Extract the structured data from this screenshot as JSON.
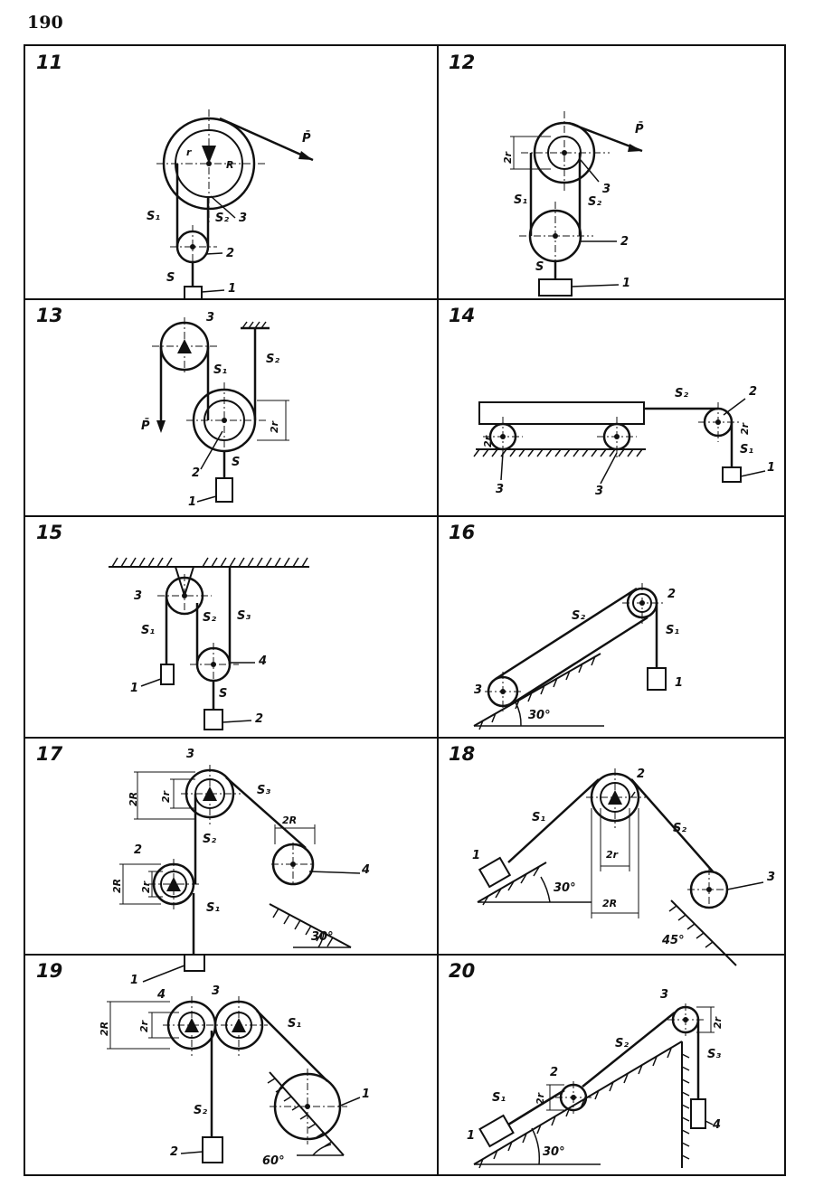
{
  "page_number": "190",
  "problems": [
    {
      "num": "11",
      "labels": {
        "s1": "S₁",
        "s2": "S₂",
        "s": "S",
        "n1": "1",
        "n2": "2",
        "n3": "3",
        "p": "P̄",
        "r": "r",
        "R": "R"
      }
    },
    {
      "num": "12",
      "labels": {
        "s1": "S₁",
        "s2": "S₂",
        "s": "S",
        "n1": "1",
        "n2": "2",
        "n3": "3",
        "p": "P̄",
        "dim": "2r"
      }
    },
    {
      "num": "13",
      "labels": {
        "s1": "S₁",
        "s2": "S₂",
        "s": "S",
        "n1": "1",
        "n2": "2",
        "n3": "3",
        "p": "P̄",
        "dim": "2r"
      }
    },
    {
      "num": "14",
      "labels": {
        "s1": "S₁",
        "s2": "S₂",
        "n1": "1",
        "n2": "2",
        "n3a": "3",
        "n3b": "3",
        "dim": "2r",
        "dim2": "2r"
      }
    },
    {
      "num": "15",
      "labels": {
        "s1": "S₁",
        "s2": "S₂",
        "s3": "S₃",
        "s": "S",
        "n1": "1",
        "n2": "2",
        "n3": "3",
        "n4": "4"
      }
    },
    {
      "num": "16",
      "labels": {
        "s1": "S₁",
        "s2": "S₂",
        "n1": "1",
        "n2": "2",
        "n3": "3",
        "angle": "30°"
      }
    },
    {
      "num": "17",
      "labels": {
        "s1": "S₁",
        "s2": "S₂",
        "s3": "S₃",
        "n1": "1",
        "n2": "2",
        "n3": "3",
        "n4": "4",
        "d1": "2R",
        "d2": "2r",
        "d3": "2R",
        "d4": "2R",
        "d5": "2r",
        "angle": "30°"
      }
    },
    {
      "num": "18",
      "labels": {
        "s1": "S₁",
        "s2": "S₂",
        "n1": "1",
        "n2": "2",
        "n3": "3",
        "d1": "2r",
        "d2": "2R",
        "angle1": "30°",
        "angle2": "45°"
      }
    },
    {
      "num": "19",
      "labels": {
        "s1": "S₁",
        "s2": "S₂",
        "n1": "1",
        "n2": "2",
        "n3": "3",
        "n4": "4",
        "d1": "2R",
        "d2": "2r",
        "angle": "60°"
      }
    },
    {
      "num": "20",
      "labels": {
        "s1": "S₁",
        "s2": "S₂",
        "s3": "S₃",
        "n1": "1",
        "n2": "2",
        "n3": "3",
        "n4": "4",
        "d1": "2r",
        "d2": "2r",
        "angle": "30°"
      }
    }
  ]
}
